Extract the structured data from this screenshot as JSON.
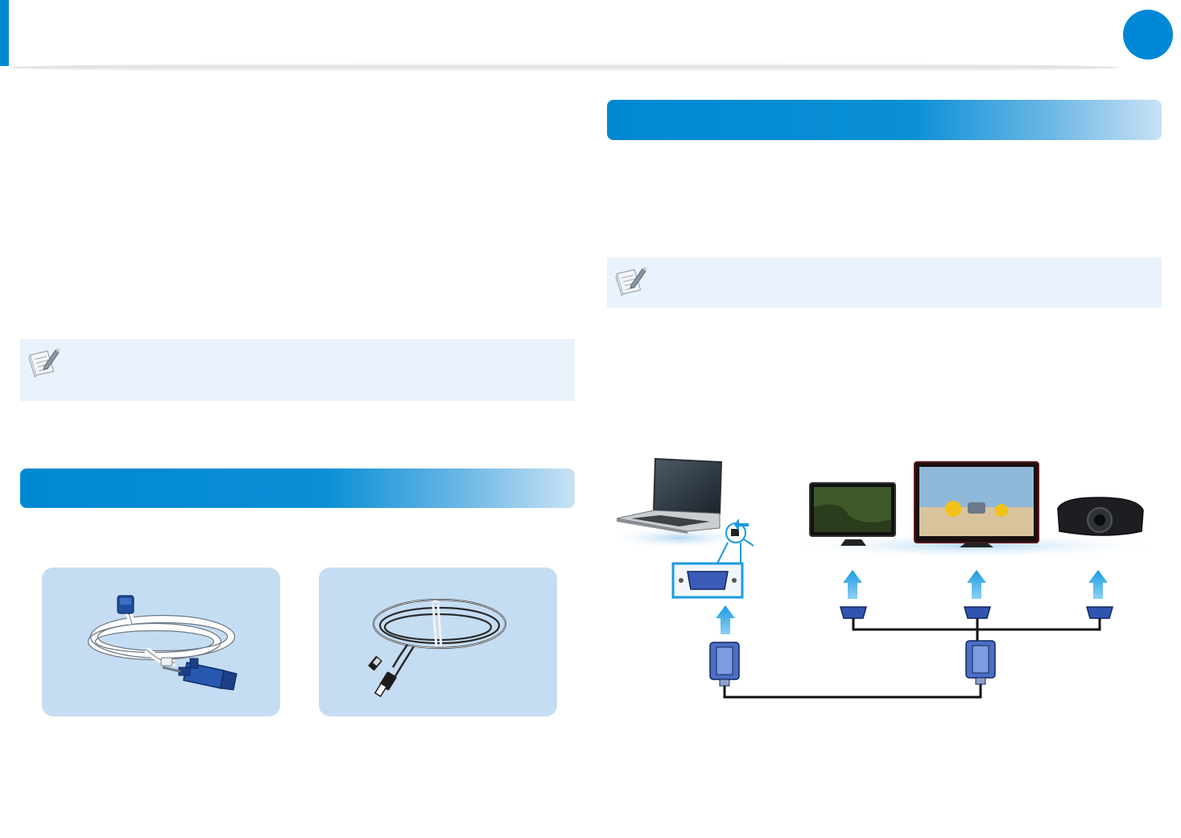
{
  "header": {
    "accent_color": "#0088d1",
    "page_indicator_color": "#0088d6"
  },
  "sections": {
    "right_bar_color": "#0088d3",
    "left_bar_color": "#0088d3",
    "note_box_color": "#eaf2fb",
    "note_icon": "memo-pencil-icon"
  },
  "cables": [
    {
      "type": "vga-cable",
      "icon": "vga-cable-icon"
    },
    {
      "type": "hdmi-cable",
      "icon": "hdmi-cable-icon"
    }
  ],
  "diagram": {
    "source_device": "laptop",
    "target_devices": [
      "monitor",
      "tv",
      "projector"
    ],
    "connector": "vga-port",
    "arrow_color": "#1a9be0"
  }
}
